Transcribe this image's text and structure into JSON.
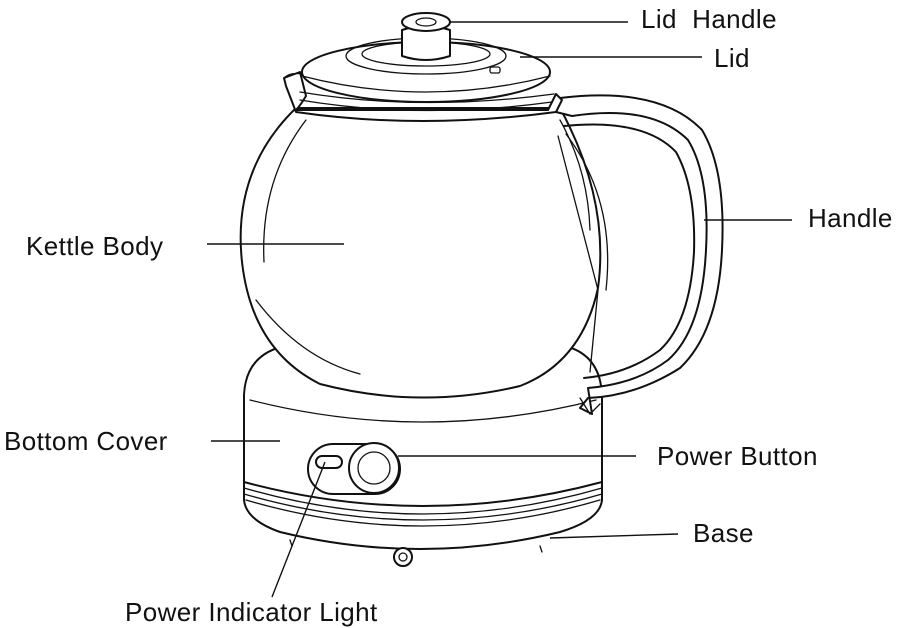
{
  "labels": {
    "lid_handle": "Lid  Handle",
    "lid": "Lid",
    "handle": "Handle",
    "kettle_body": "Kettle Body",
    "bottom_cover": "Bottom Cover",
    "power_button": "Power Button",
    "base": "Base",
    "power_indicator_light": "Power Indicator Light"
  },
  "colors": {
    "line": "#111111",
    "background": "#ffffff"
  }
}
